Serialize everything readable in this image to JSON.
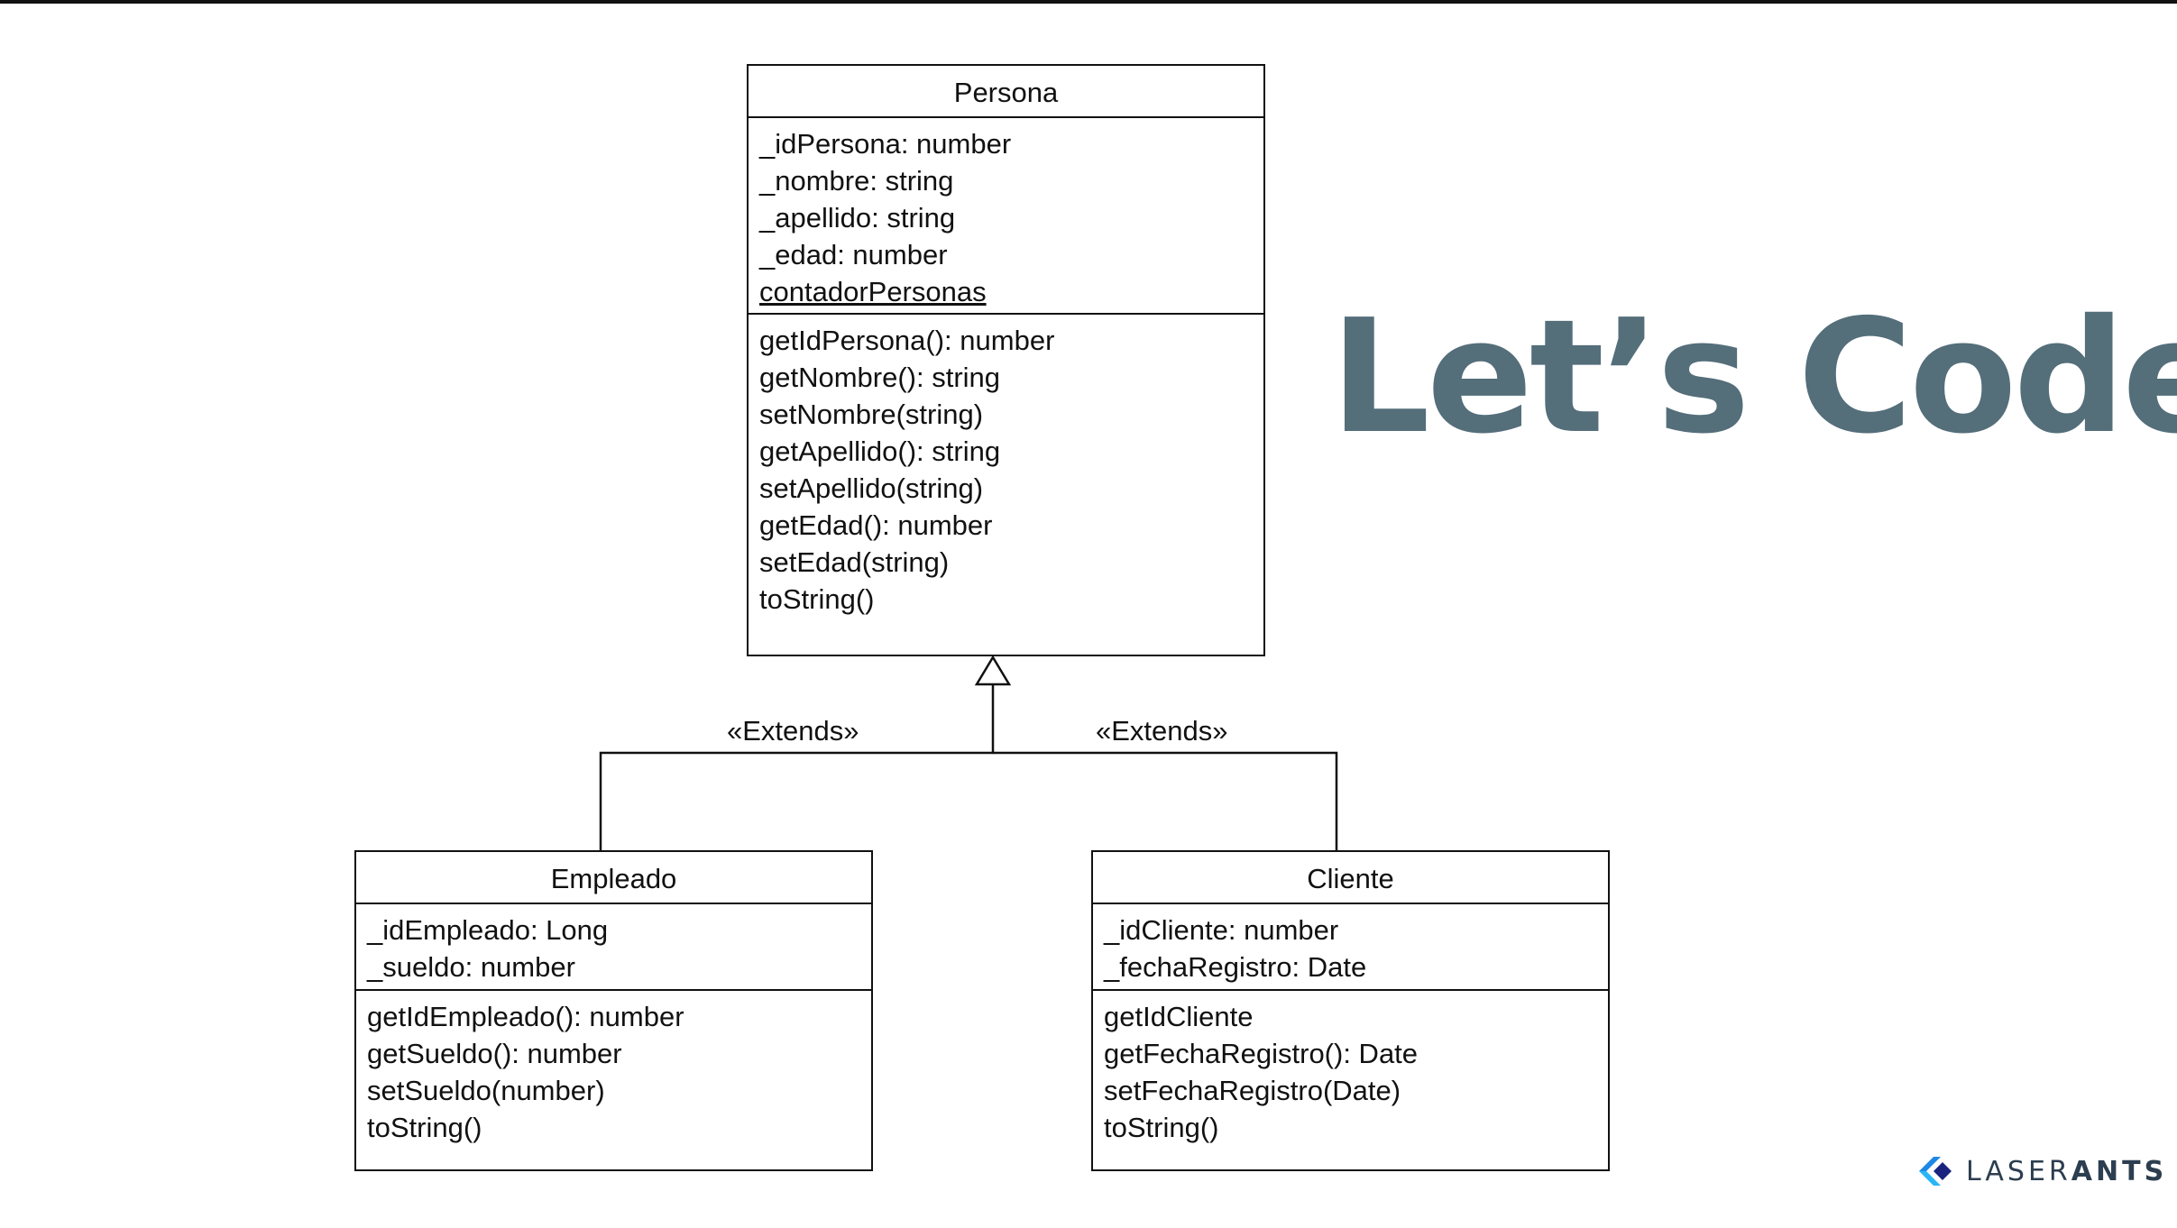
{
  "heading": "Let’s Code",
  "brand": {
    "name_light": "LASER",
    "name_bold": "ANTS",
    "logo_icon": "laserants-logo-icon",
    "colors": [
      "#1e88e5",
      "#29b6f6",
      "#1a237e"
    ]
  },
  "heading_color": "#546e7a",
  "classes": {
    "persona": {
      "name": "Persona",
      "attributes": [
        "_idPersona: number",
        "_nombre: string",
        "_apellido: string",
        "_edad: number"
      ],
      "static_attribute": "contadorPersonas",
      "methods": [
        "getIdPersona(): number",
        "getNombre(): string",
        "setNombre(string)",
        "getApellido(): string",
        "setApellido(string)",
        "getEdad(): number",
        "setEdad(string)",
        "toString()"
      ]
    },
    "empleado": {
      "name": "Empleado",
      "attributes": [
        "_idEmpleado: Long",
        "_sueldo: number"
      ],
      "methods": [
        "getIdEmpleado(): number",
        "getSueldo(): number",
        "setSueldo(number)",
        "toString()"
      ]
    },
    "cliente": {
      "name": "Cliente",
      "attributes": [
        "_idCliente: number",
        "_fechaRegistro: Date"
      ],
      "methods": [
        "getIdCliente",
        "getFechaRegistro(): Date",
        "setFechaRegistro(Date)",
        "toString()"
      ]
    }
  },
  "relations": [
    {
      "from": "Empleado",
      "to": "Persona",
      "label": "«Extends»"
    },
    {
      "from": "Cliente",
      "to": "Persona",
      "label": "«Extends»"
    }
  ]
}
